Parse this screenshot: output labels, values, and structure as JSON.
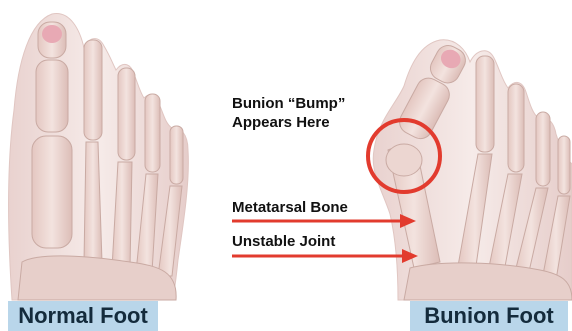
{
  "labels": {
    "bunion_bump_line1": "Bunion “Bump”",
    "bunion_bump_line2": "Appears Here",
    "metatarsal_bone": "Metatarsal Bone",
    "unstable_joint": "Unstable Joint"
  },
  "captions": {
    "normal": "Normal Foot",
    "bunion": "Bunion Foot"
  },
  "colors": {
    "annotation_red": "#e23b2e",
    "caption_background": "#b9d6ea",
    "caption_text": "#142b3c",
    "skin": "#f2e1df",
    "bone": "#ead2cc"
  }
}
